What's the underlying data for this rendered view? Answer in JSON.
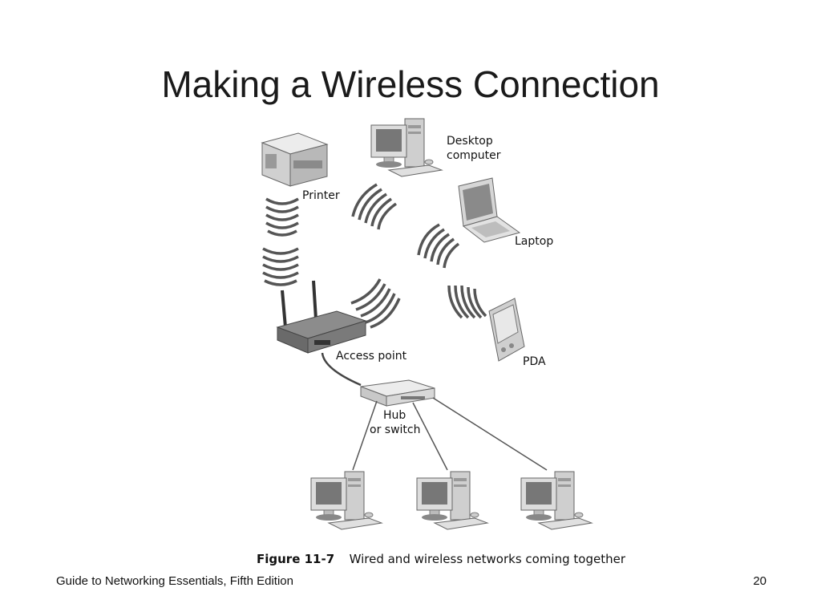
{
  "slide": {
    "title": "Making a Wireless Connection"
  },
  "labels": {
    "desktop": [
      "Desktop",
      "computer"
    ],
    "printer": "Printer",
    "laptop": "Laptop",
    "access_point": "Access point",
    "pda": "PDA",
    "hub": [
      "Hub",
      "or switch"
    ]
  },
  "figure": {
    "number": "Figure 11-7",
    "caption": "Wired and wireless networks coming together"
  },
  "footer": {
    "text": "Guide to Networking Essentials, Fifth Edition",
    "page": "20"
  },
  "colors": {
    "wave": "#555555",
    "device_fill": "#d8d8d8",
    "device_dark": "#6e6e6e",
    "text": "#111111"
  }
}
